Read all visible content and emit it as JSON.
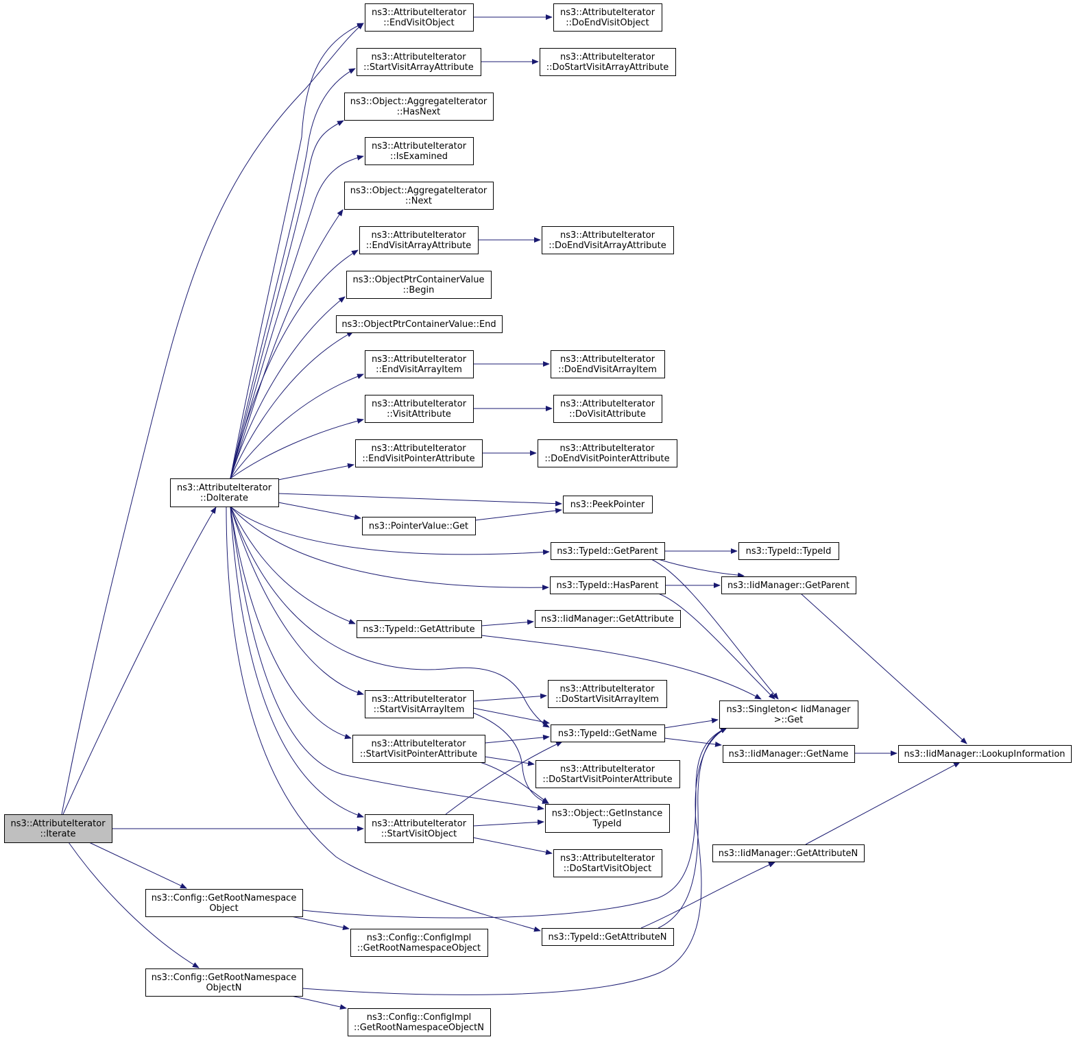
{
  "graph": {
    "root": "iterate",
    "nodes": [
      {
        "id": "iterate",
        "lines": [
          "ns3::AttributeIterator",
          "::Iterate"
        ],
        "highlighted": true
      },
      {
        "id": "doIterate",
        "lines": [
          "ns3::AttributeIterator",
          "::DoIterate"
        ]
      },
      {
        "id": "endVisitObject",
        "lines": [
          "ns3::AttributeIterator",
          "::EndVisitObject"
        ]
      },
      {
        "id": "doEndVisitObject",
        "lines": [
          "ns3::AttributeIterator",
          "::DoEndVisitObject"
        ]
      },
      {
        "id": "startVisitArrayAttr",
        "lines": [
          "ns3::AttributeIterator",
          "::StartVisitArrayAttribute"
        ]
      },
      {
        "id": "doStartVisitArrayAttr",
        "lines": [
          "ns3::AttributeIterator",
          "::DoStartVisitArrayAttribute"
        ]
      },
      {
        "id": "hasNext",
        "lines": [
          "ns3::Object::AggregateIterator",
          "::HasNext"
        ]
      },
      {
        "id": "isExamined",
        "lines": [
          "ns3::AttributeIterator",
          "::IsExamined"
        ]
      },
      {
        "id": "next",
        "lines": [
          "ns3::Object::AggregateIterator",
          "::Next"
        ]
      },
      {
        "id": "endVisitArrayAttr",
        "lines": [
          "ns3::AttributeIterator",
          "::EndVisitArrayAttribute"
        ]
      },
      {
        "id": "doEndVisitArrayAttr",
        "lines": [
          "ns3::AttributeIterator",
          "::DoEndVisitArrayAttribute"
        ]
      },
      {
        "id": "begin",
        "lines": [
          "ns3::ObjectPtrContainerValue",
          "::Begin"
        ]
      },
      {
        "id": "end",
        "lines": [
          "ns3::ObjectPtrContainerValue::End"
        ]
      },
      {
        "id": "endVisitArrayItem",
        "lines": [
          "ns3::AttributeIterator",
          "::EndVisitArrayItem"
        ]
      },
      {
        "id": "doEndVisitArrayItem",
        "lines": [
          "ns3::AttributeIterator",
          "::DoEndVisitArrayItem"
        ]
      },
      {
        "id": "visitAttribute",
        "lines": [
          "ns3::AttributeIterator",
          "::VisitAttribute"
        ]
      },
      {
        "id": "doVisitAttribute",
        "lines": [
          "ns3::AttributeIterator",
          "::DoVisitAttribute"
        ]
      },
      {
        "id": "endVisitPointerAttr",
        "lines": [
          "ns3::AttributeIterator",
          "::EndVisitPointerAttribute"
        ]
      },
      {
        "id": "doEndVisitPointerAttr",
        "lines": [
          "ns3::AttributeIterator",
          "::DoEndVisitPointerAttribute"
        ]
      },
      {
        "id": "peekPointer",
        "lines": [
          "ns3::PeekPointer"
        ]
      },
      {
        "id": "pointerValueGet",
        "lines": [
          "ns3::PointerValue::Get"
        ]
      },
      {
        "id": "typeIdGetParent",
        "lines": [
          "ns3::TypeId::GetParent"
        ]
      },
      {
        "id": "typeIdTypeId",
        "lines": [
          "ns3::TypeId::TypeId"
        ]
      },
      {
        "id": "typeIdHasParent",
        "lines": [
          "ns3::TypeId::HasParent"
        ]
      },
      {
        "id": "iidGetParent",
        "lines": [
          "ns3::IidManager::GetParent"
        ]
      },
      {
        "id": "typeIdGetAttribute",
        "lines": [
          "ns3::TypeId::GetAttribute"
        ]
      },
      {
        "id": "iidGetAttribute",
        "lines": [
          "ns3::IidManager::GetAttribute"
        ]
      },
      {
        "id": "startVisitArrayItem",
        "lines": [
          "ns3::AttributeIterator",
          "::StartVisitArrayItem"
        ]
      },
      {
        "id": "doStartVisitArrayItem",
        "lines": [
          "ns3::AttributeIterator",
          "::DoStartVisitArrayItem"
        ]
      },
      {
        "id": "singletonGet",
        "lines": [
          "ns3::Singleton< IidManager",
          " >::Get"
        ]
      },
      {
        "id": "typeIdGetName",
        "lines": [
          "ns3::TypeId::GetName"
        ]
      },
      {
        "id": "startVisitPointerAttr",
        "lines": [
          "ns3::AttributeIterator",
          "::StartVisitPointerAttribute"
        ]
      },
      {
        "id": "iidGetName",
        "lines": [
          "ns3::IidManager::GetName"
        ]
      },
      {
        "id": "lookupInformation",
        "lines": [
          "ns3::IidManager::LookupInformation"
        ]
      },
      {
        "id": "doStartVisitPointerAttr",
        "lines": [
          "ns3::AttributeIterator",
          "::DoStartVisitPointerAttribute"
        ]
      },
      {
        "id": "getInstanceTypeId",
        "lines": [
          "ns3::Object::GetInstance",
          "TypeId"
        ]
      },
      {
        "id": "startVisitObject",
        "lines": [
          "ns3::AttributeIterator",
          "::StartVisitObject"
        ]
      },
      {
        "id": "doStartVisitObject",
        "lines": [
          "ns3::AttributeIterator",
          "::DoStartVisitObject"
        ]
      },
      {
        "id": "iidGetAttributeN",
        "lines": [
          "ns3::IidManager::GetAttributeN"
        ]
      },
      {
        "id": "getRootNamespaceObject",
        "lines": [
          "ns3::Config::GetRootNamespace",
          "Object"
        ]
      },
      {
        "id": "configImplGetRootNamespaceObject",
        "lines": [
          "ns3::Config::ConfigImpl",
          "::GetRootNamespaceObject"
        ]
      },
      {
        "id": "typeIdGetAttributeN",
        "lines": [
          "ns3::TypeId::GetAttributeN"
        ]
      },
      {
        "id": "getRootNamespaceObjectN",
        "lines": [
          "ns3::Config::GetRootNamespace",
          "ObjectN"
        ]
      },
      {
        "id": "configImplGetRootNamespaceObjectN",
        "lines": [
          "ns3::Config::ConfigImpl",
          "::GetRootNamespaceObjectN"
        ]
      }
    ],
    "edges": [
      [
        "iterate",
        "doIterate"
      ],
      [
        "iterate",
        "endVisitObject"
      ],
      [
        "iterate",
        "startVisitObject"
      ],
      [
        "iterate",
        "getRootNamespaceObject"
      ],
      [
        "iterate",
        "getRootNamespaceObjectN"
      ],
      [
        "doIterate",
        "endVisitObject"
      ],
      [
        "doIterate",
        "startVisitArrayAttr"
      ],
      [
        "doIterate",
        "hasNext"
      ],
      [
        "doIterate",
        "isExamined"
      ],
      [
        "doIterate",
        "next"
      ],
      [
        "doIterate",
        "endVisitArrayAttr"
      ],
      [
        "doIterate",
        "begin"
      ],
      [
        "doIterate",
        "end"
      ],
      [
        "doIterate",
        "endVisitArrayItem"
      ],
      [
        "doIterate",
        "visitAttribute"
      ],
      [
        "doIterate",
        "endVisitPointerAttr"
      ],
      [
        "doIterate",
        "peekPointer"
      ],
      [
        "doIterate",
        "pointerValueGet"
      ],
      [
        "doIterate",
        "typeIdGetParent"
      ],
      [
        "doIterate",
        "typeIdHasParent"
      ],
      [
        "doIterate",
        "typeIdGetAttribute"
      ],
      [
        "doIterate",
        "typeIdGetName"
      ],
      [
        "doIterate",
        "startVisitArrayItem"
      ],
      [
        "doIterate",
        "startVisitPointerAttr"
      ],
      [
        "doIterate",
        "getInstanceTypeId"
      ],
      [
        "doIterate",
        "startVisitObject"
      ],
      [
        "doIterate",
        "typeIdGetAttributeN"
      ],
      [
        "endVisitObject",
        "doEndVisitObject"
      ],
      [
        "startVisitArrayAttr",
        "doStartVisitArrayAttr"
      ],
      [
        "endVisitArrayAttr",
        "doEndVisitArrayAttr"
      ],
      [
        "endVisitArrayItem",
        "doEndVisitArrayItem"
      ],
      [
        "visitAttribute",
        "doVisitAttribute"
      ],
      [
        "endVisitPointerAttr",
        "doEndVisitPointerAttr"
      ],
      [
        "pointerValueGet",
        "peekPointer"
      ],
      [
        "typeIdGetParent",
        "typeIdTypeId"
      ],
      [
        "typeIdGetParent",
        "iidGetParent"
      ],
      [
        "typeIdGetParent",
        "singletonGet"
      ],
      [
        "typeIdHasParent",
        "iidGetParent"
      ],
      [
        "typeIdHasParent",
        "singletonGet"
      ],
      [
        "iidGetParent",
        "lookupInformation"
      ],
      [
        "typeIdGetAttribute",
        "iidGetAttribute"
      ],
      [
        "typeIdGetAttribute",
        "singletonGet"
      ],
      [
        "startVisitArrayItem",
        "doStartVisitArrayItem"
      ],
      [
        "startVisitArrayItem",
        "typeIdGetName"
      ],
      [
        "startVisitArrayItem",
        "getInstanceTypeId"
      ],
      [
        "typeIdGetName",
        "singletonGet"
      ],
      [
        "typeIdGetName",
        "iidGetName"
      ],
      [
        "iidGetName",
        "lookupInformation"
      ],
      [
        "startVisitPointerAttr",
        "typeIdGetName"
      ],
      [
        "startVisitPointerAttr",
        "doStartVisitPointerAttr"
      ],
      [
        "startVisitPointerAttr",
        "getInstanceTypeId"
      ],
      [
        "startVisitObject",
        "typeIdGetName"
      ],
      [
        "startVisitObject",
        "getInstanceTypeId"
      ],
      [
        "startVisitObject",
        "doStartVisitObject"
      ],
      [
        "getRootNamespaceObject",
        "singletonGet"
      ],
      [
        "getRootNamespaceObject",
        "configImplGetRootNamespaceObject"
      ],
      [
        "typeIdGetAttributeN",
        "iidGetAttributeN"
      ],
      [
        "typeIdGetAttributeN",
        "singletonGet"
      ],
      [
        "iidGetAttributeN",
        "lookupInformation"
      ],
      [
        "getRootNamespaceObjectN",
        "singletonGet"
      ],
      [
        "getRootNamespaceObjectN",
        "configImplGetRootNamespaceObjectN"
      ]
    ]
  }
}
